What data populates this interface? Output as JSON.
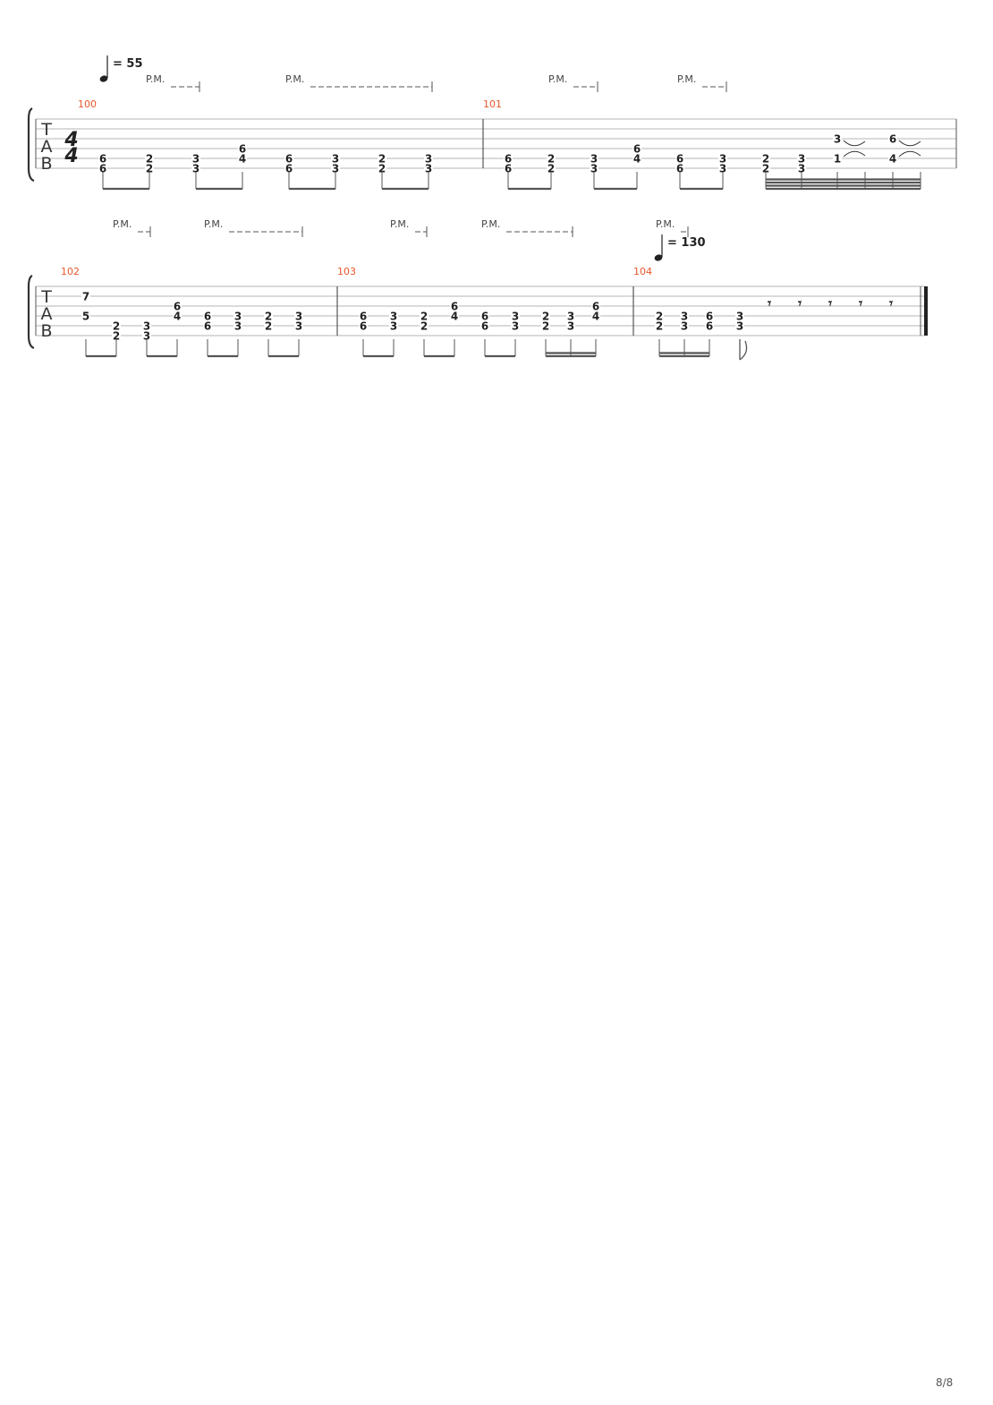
{
  "page_number": "8/8",
  "tab_clef": [
    "T",
    "A",
    "B"
  ],
  "time_signature": {
    "numerator": "4",
    "denominator": "4"
  },
  "tempo_markings": [
    {
      "bpm": "55",
      "label": "= 55",
      "at_measure": "100"
    },
    {
      "bpm": "130",
      "label": "= 130",
      "at_measure": "104"
    }
  ],
  "palm_mute_label": "P.M.",
  "rest_glyph": "𝄾",
  "systems": [
    {
      "measures": [
        {
          "number": "100",
          "beats": [
            {
              "frets": [
                null,
                null,
                null,
                null,
                "6",
                "6"
              ]
            },
            {
              "frets": [
                null,
                null,
                null,
                null,
                "2",
                "2"
              ]
            },
            {
              "frets": [
                null,
                null,
                null,
                null,
                "3",
                "3"
              ]
            },
            {
              "frets": [
                null,
                null,
                null,
                "6",
                "4",
                null
              ]
            },
            {
              "frets": [
                null,
                null,
                null,
                null,
                "6",
                "6"
              ]
            },
            {
              "frets": [
                null,
                null,
                null,
                null,
                "3",
                "3"
              ]
            },
            {
              "frets": [
                null,
                null,
                null,
                null,
                "2",
                "2"
              ]
            },
            {
              "frets": [
                null,
                null,
                null,
                null,
                "3",
                "3"
              ]
            }
          ]
        },
        {
          "number": "101",
          "beats": [
            {
              "frets": [
                null,
                null,
                null,
                null,
                "6",
                "6"
              ]
            },
            {
              "frets": [
                null,
                null,
                null,
                null,
                "2",
                "2"
              ]
            },
            {
              "frets": [
                null,
                null,
                null,
                null,
                "3",
                "3"
              ]
            },
            {
              "frets": [
                null,
                null,
                null,
                "6",
                "4",
                null
              ]
            },
            {
              "frets": [
                null,
                null,
                null,
                null,
                "6",
                "6"
              ]
            },
            {
              "frets": [
                null,
                null,
                null,
                null,
                "3",
                "3"
              ]
            },
            {
              "frets": [
                null,
                null,
                null,
                null,
                "2",
                "2"
              ]
            },
            {
              "frets": [
                null,
                null,
                null,
                null,
                "3",
                "3"
              ]
            },
            {
              "frets": [
                null,
                null,
                "3",
                null,
                "1",
                null
              ]
            },
            {
              "frets": [
                null,
                null,
                "6",
                null,
                "4",
                null
              ]
            }
          ]
        }
      ]
    },
    {
      "measures": [
        {
          "number": "102",
          "beats": [
            {
              "frets": [
                null,
                "7",
                null,
                "5",
                null,
                null
              ]
            },
            {
              "frets": [
                null,
                null,
                null,
                null,
                "2",
                "2"
              ]
            },
            {
              "frets": [
                null,
                null,
                null,
                null,
                "3",
                "3"
              ]
            },
            {
              "frets": [
                null,
                null,
                "6",
                "4",
                null,
                null
              ]
            },
            {
              "frets": [
                null,
                null,
                null,
                "6",
                "6",
                null
              ]
            },
            {
              "frets": [
                null,
                null,
                null,
                "3",
                "3",
                null
              ]
            },
            {
              "frets": [
                null,
                null,
                null,
                "2",
                "2",
                null
              ]
            },
            {
              "frets": [
                null,
                null,
                null,
                "3",
                "3",
                null
              ]
            }
          ]
        },
        {
          "number": "103",
          "beats": [
            {
              "frets": [
                null,
                null,
                null,
                "6",
                "6",
                null
              ]
            },
            {
              "frets": [
                null,
                null,
                null,
                "3",
                "3",
                null
              ]
            },
            {
              "frets": [
                null,
                null,
                null,
                "2",
                "2",
                null
              ]
            },
            {
              "frets": [
                null,
                null,
                "6",
                "4",
                null,
                null
              ]
            },
            {
              "frets": [
                null,
                null,
                null,
                "6",
                "6",
                null
              ]
            },
            {
              "frets": [
                null,
                null,
                null,
                "3",
                "3",
                null
              ]
            },
            {
              "frets": [
                null,
                null,
                null,
                "2",
                "2",
                null
              ]
            },
            {
              "frets": [
                null,
                null,
                null,
                "3",
                "3",
                null
              ]
            },
            {
              "frets": [
                null,
                null,
                "6",
                "4",
                null,
                null
              ]
            }
          ]
        },
        {
          "number": "104",
          "beats": [
            {
              "frets": [
                null,
                null,
                null,
                "2",
                "2",
                null
              ]
            },
            {
              "frets": [
                null,
                null,
                null,
                "3",
                "3",
                null
              ]
            },
            {
              "frets": [
                null,
                null,
                null,
                "6",
                "6",
                null
              ]
            },
            {
              "frets": [
                null,
                null,
                null,
                "3",
                "3",
                null
              ]
            }
          ],
          "rests": 5
        }
      ]
    }
  ]
}
